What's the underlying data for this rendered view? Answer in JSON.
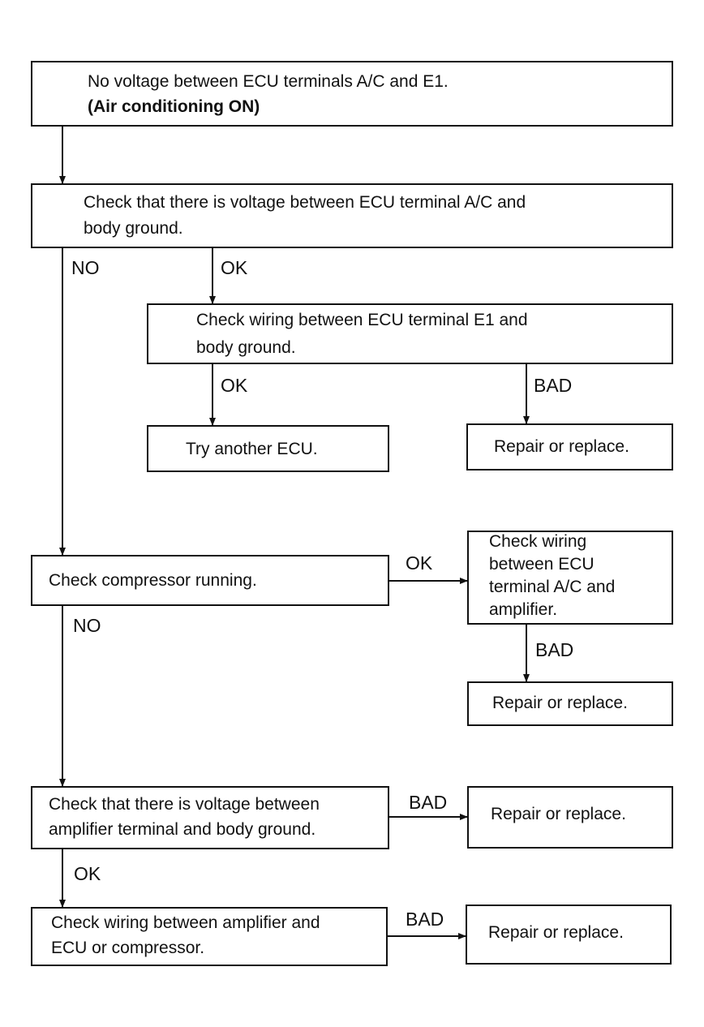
{
  "flowchart": {
    "start": {
      "line1": "No voltage between ECU terminals A/C and E1.",
      "line2": "(Air conditioning ON)"
    },
    "check_ac_voltage": {
      "line1": "Check that there is voltage between ECU terminal A/C and",
      "line2": "body ground."
    },
    "check_e1_wiring": {
      "line1": "Check wiring between ECU terminal E1 and",
      "line2": "body ground."
    },
    "try_another_ecu": "Try another ECU.",
    "repair_1": "Repair or replace.",
    "check_compressor": "Check compressor running.",
    "check_ac_amp_wiring": {
      "line1": "Check wiring",
      "line2": "between ECU",
      "line3": "terminal A/C and",
      "line4": "amplifier."
    },
    "repair_2": "Repair or replace.",
    "check_amp_voltage": {
      "line1": "Check that there is voltage between",
      "line2": "amplifier terminal and body ground."
    },
    "repair_3": "Repair or replace.",
    "check_amp_ecu_wiring": {
      "line1": "Check wiring between amplifier and",
      "line2": "ECU or compressor."
    },
    "repair_4": "Repair or replace.",
    "labels": {
      "no_1": "NO",
      "ok_1": "OK",
      "ok_2": "OK",
      "bad_1": "BAD",
      "ok_3": "OK",
      "bad_2": "BAD",
      "no_2": "NO",
      "bad_3": "BAD",
      "ok_4": "OK",
      "bad_4": "BAD"
    }
  }
}
